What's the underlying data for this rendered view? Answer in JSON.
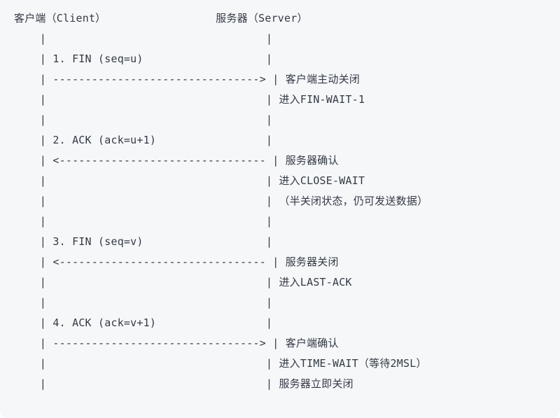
{
  "diagram": {
    "lines": [
      "客户端（Client）                 服务器（Server）",
      "    |                                  |",
      "    | 1. FIN (seq=u)                   |",
      "    | --------------------------------> | 客户端主动关闭",
      "    |                                  | 进入FIN-WAIT-1",
      "    |                                  |",
      "    | 2. ACK (ack=u+1)                 |",
      "    | <-------------------------------- | 服务器确认",
      "    |                                  | 进入CLOSE-WAIT",
      "    |                                  | （半关闭状态，仍可发送数据）",
      "    |                                  |",
      "    | 3. FIN (seq=v)                   |",
      "    | <-------------------------------- | 服务器关闭",
      "    |                                  | 进入LAST-ACK",
      "    |                                  |",
      "    | 4. ACK (ack=v+1)                 |",
      "    | --------------------------------> | 客户端确认",
      "    |                                  | 进入TIME-WAIT（等待2MSL）",
      "    |                                  | 服务器立即关闭"
    ]
  }
}
